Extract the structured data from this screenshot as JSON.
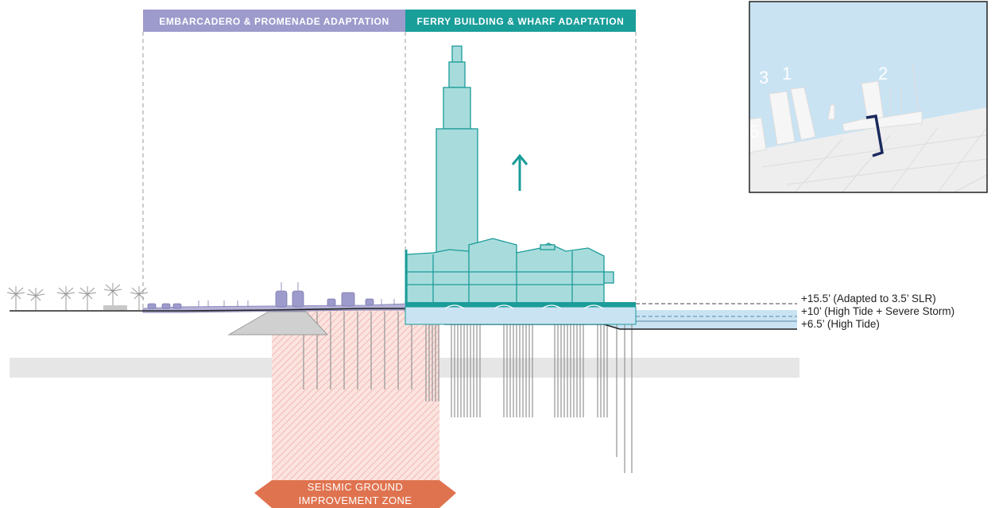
{
  "headers": {
    "embarcadero": "EMBARCADERO & PROMENADE ADAPTATION",
    "ferry": "FERRY BUILDING & WHARF ADAPTATION"
  },
  "levels": [
    {
      "label": "+15.5’ (Adapted to 3.5’ SLR)"
    },
    {
      "label": "+10’ (High Tide + Severe Storm)"
    },
    {
      "label": "+6.5’ (High Tide)"
    }
  ],
  "seismic_zone": {
    "line1": "SEISMIC GROUND",
    "line2": "IMPROVEMENT ZONE"
  },
  "inset_map": {
    "labels": [
      "3",
      "1",
      "2",
      "5"
    ]
  },
  "colors": {
    "embarcadero_header": "#9d9bcc",
    "ferry_header": "#1a9e9a",
    "building_fill": "#a8dcdc",
    "building_stroke": "#1b9c98",
    "water": "#c9e3f3",
    "seismic_zone": "#e0734f",
    "seismic_hatch": "#f3b8b2",
    "map_water": "#c9e3f3",
    "map_marker": "#1a2a5e"
  }
}
